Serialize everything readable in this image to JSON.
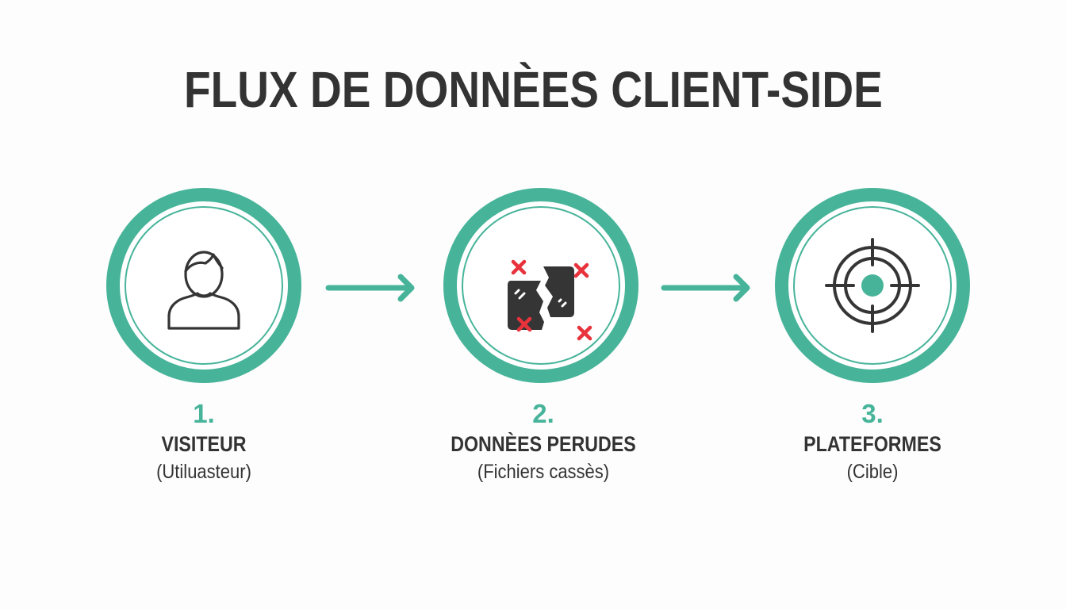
{
  "title": "FLUX DE DONNÈES CLIENT-SIDE",
  "colors": {
    "accent": "#47b49a",
    "text": "#333333",
    "icon_dark": "#353535",
    "error_red": "#e8323c",
    "background": "#fdfdfd"
  },
  "steps": [
    {
      "number": "1.",
      "name": "VISITEUR",
      "subtitle": "(Utiluasteur)",
      "icon": "user-icon"
    },
    {
      "number": "2.",
      "name": "DONNÈES PERUDES",
      "subtitle": "(Fichiers cassès)",
      "icon": "broken-file-icon"
    },
    {
      "number": "3.",
      "name": "PLATEFORMES",
      "subtitle": "(Cible)",
      "icon": "target-icon"
    }
  ],
  "connectors": [
    {
      "from": 1,
      "to": 2,
      "icon": "arrow-right-icon"
    },
    {
      "from": 2,
      "to": 3,
      "icon": "arrow-right-icon"
    }
  ]
}
